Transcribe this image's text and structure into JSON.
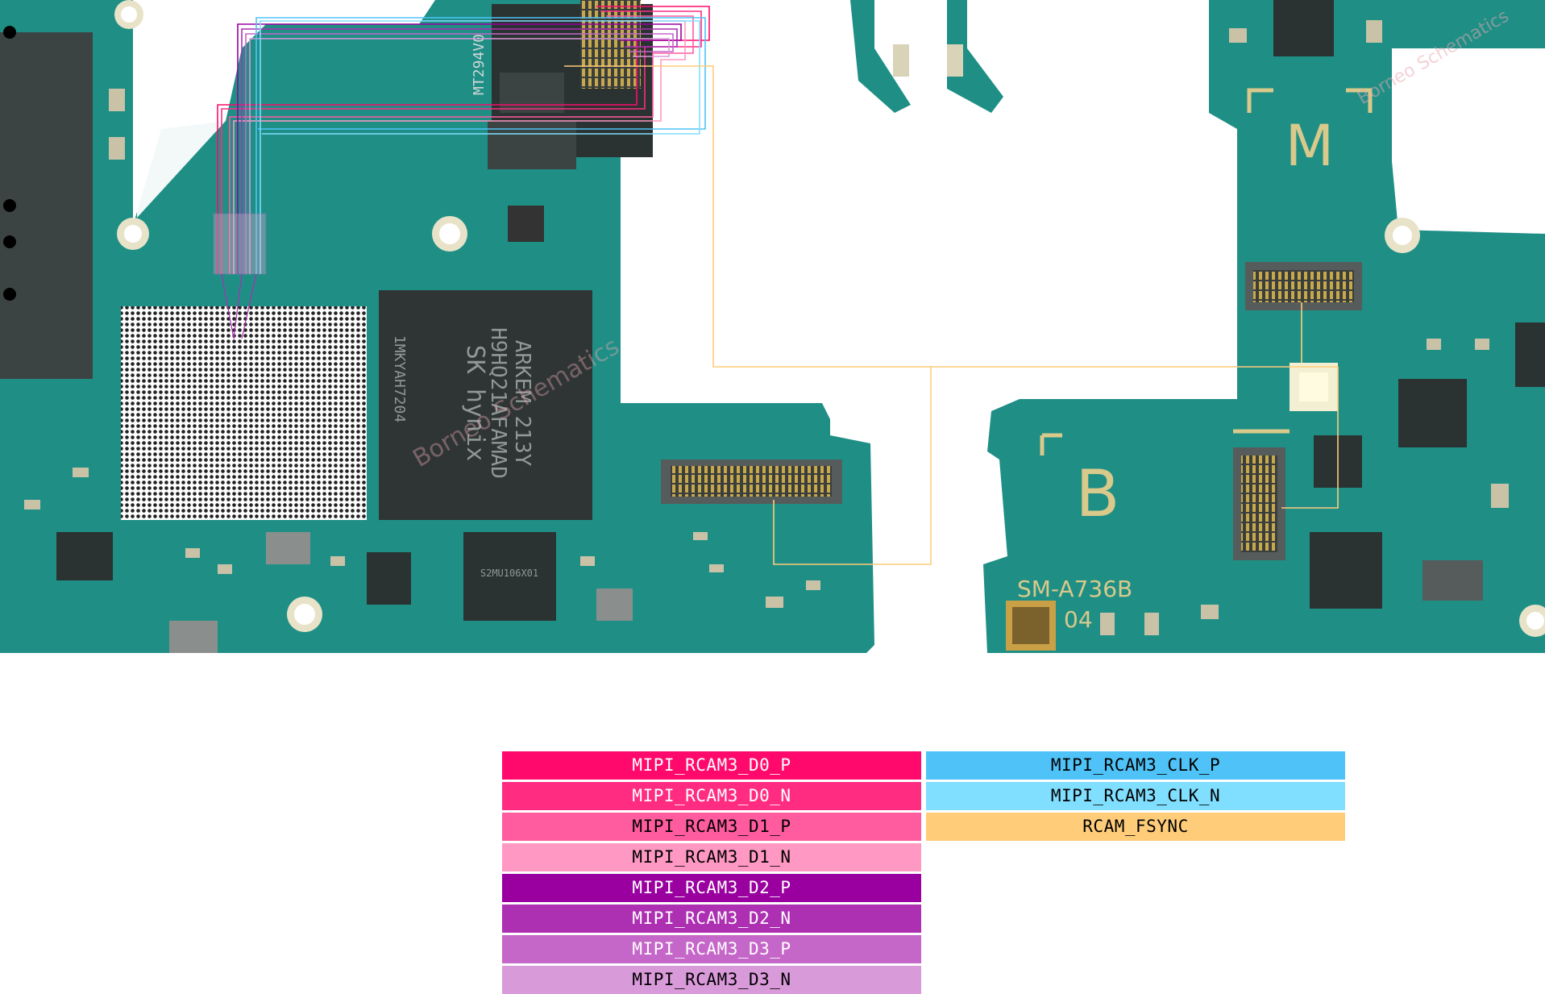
{
  "board": {
    "watermark": "Borneo Schematics",
    "model_label": "SM-A736B",
    "revision_label": "04",
    "section_m": "M",
    "section_b": "B",
    "chip_memory_brand": "SK hynix",
    "chip_memory_part": "H9HQ21AFAMAD",
    "chip_memory_code": "ARKEM 213Y",
    "chip_side_label": "1MKYAH7204",
    "pmic_label": "MT294V0",
    "small_chip_label": "S2MU106X01"
  },
  "legend": {
    "items": [
      {
        "label": "MIPI_RCAM3_D0_P",
        "color": "#ff0a6c",
        "text_color": "#ffffff"
      },
      {
        "label": "MIPI_RCAM3_D0_N",
        "color": "#ff2c82",
        "text_color": "#ffffff"
      },
      {
        "label": "MIPI_RCAM3_D1_P",
        "color": "#ff5c9f",
        "text_color": "#000000"
      },
      {
        "label": "MIPI_RCAM3_D1_N",
        "color": "#ff98c2",
        "text_color": "#000000"
      },
      {
        "label": "MIPI_RCAM3_D2_P",
        "color": "#99009f",
        "text_color": "#ffffff"
      },
      {
        "label": "MIPI_RCAM3_D2_N",
        "color": "#ad2fb2",
        "text_color": "#ffffff"
      },
      {
        "label": "MIPI_RCAM3_D3_P",
        "color": "#c566c9",
        "text_color": "#ffffff"
      },
      {
        "label": "MIPI_RCAM3_D3_N",
        "color": "#d99ada",
        "text_color": "#000000"
      },
      {
        "label": "MIPI_RCAM3_CLK_P",
        "color": "#4fc3f7",
        "text_color": "#000000"
      },
      {
        "label": "MIPI_RCAM3_CLK_N",
        "color": "#80deff",
        "text_color": "#000000"
      },
      {
        "label": "RCAM_FSYNC",
        "color": "#ffcc7a",
        "text_color": "#000000"
      }
    ]
  }
}
